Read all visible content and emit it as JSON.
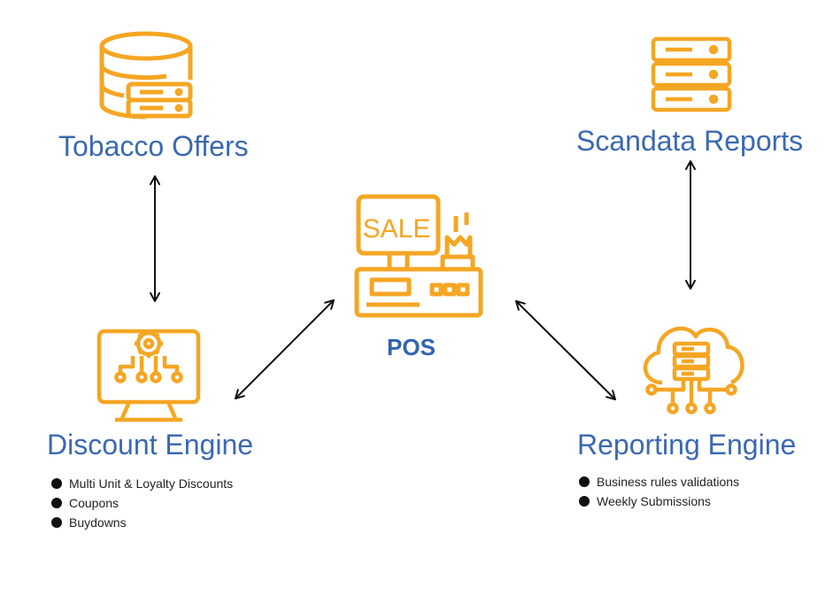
{
  "diagram": {
    "center": {
      "label": "POS",
      "screen_text": "SALE",
      "icon": "pos-terminal-icon"
    },
    "tobacco_offers": {
      "label": "Tobacco Offers",
      "icon": "database-icon"
    },
    "scandata_reports": {
      "label": "Scandata Reports",
      "icon": "server-rack-icon"
    },
    "discount_engine": {
      "label": "Discount Engine",
      "icon": "monitor-gear-icon",
      "bullets": [
        "Multi Unit & Loyalty Discounts",
        "Coupons",
        "Buydowns"
      ]
    },
    "reporting_engine": {
      "label": "Reporting Engine",
      "icon": "cloud-server-icon",
      "bullets": [
        "Business rules validations",
        "Weekly Submissions"
      ]
    },
    "connections": [
      {
        "from": "Tobacco Offers",
        "to": "Discount Engine",
        "direction": "both"
      },
      {
        "from": "Discount Engine",
        "to": "POS",
        "direction": "both"
      },
      {
        "from": "POS",
        "to": "Reporting Engine",
        "direction": "both"
      },
      {
        "from": "Scandata Reports",
        "to": "Reporting Engine",
        "direction": "both"
      }
    ],
    "colors": {
      "icon_orange": "#f5a623",
      "label_blue": "#3b69b2",
      "arrow": "#111111"
    }
  }
}
